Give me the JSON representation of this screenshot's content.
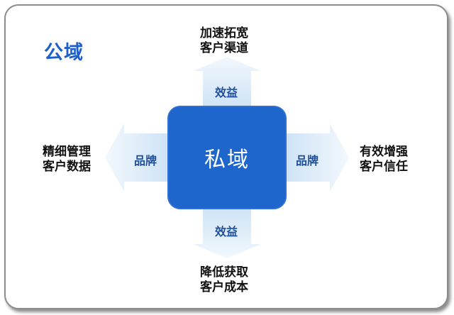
{
  "title": "公域",
  "center": {
    "label": "私域"
  },
  "arrows": {
    "top": "效益",
    "bottom": "效益",
    "left": "品牌",
    "right": "品牌"
  },
  "outcomes": {
    "top": [
      "加速拓宽",
      "客户渠道"
    ],
    "bottom": [
      "降低获取",
      "客户成本"
    ],
    "left": [
      "精细管理",
      "客户数据"
    ],
    "right": [
      "有效增强",
      "客户信任"
    ]
  },
  "colors": {
    "title": "#1f5fc9",
    "center_fill": "#1f66cc",
    "arrow_fill": "#dcecf9",
    "arrow_label": "#1f4f9a",
    "frame_border": "#8c8c8c"
  }
}
